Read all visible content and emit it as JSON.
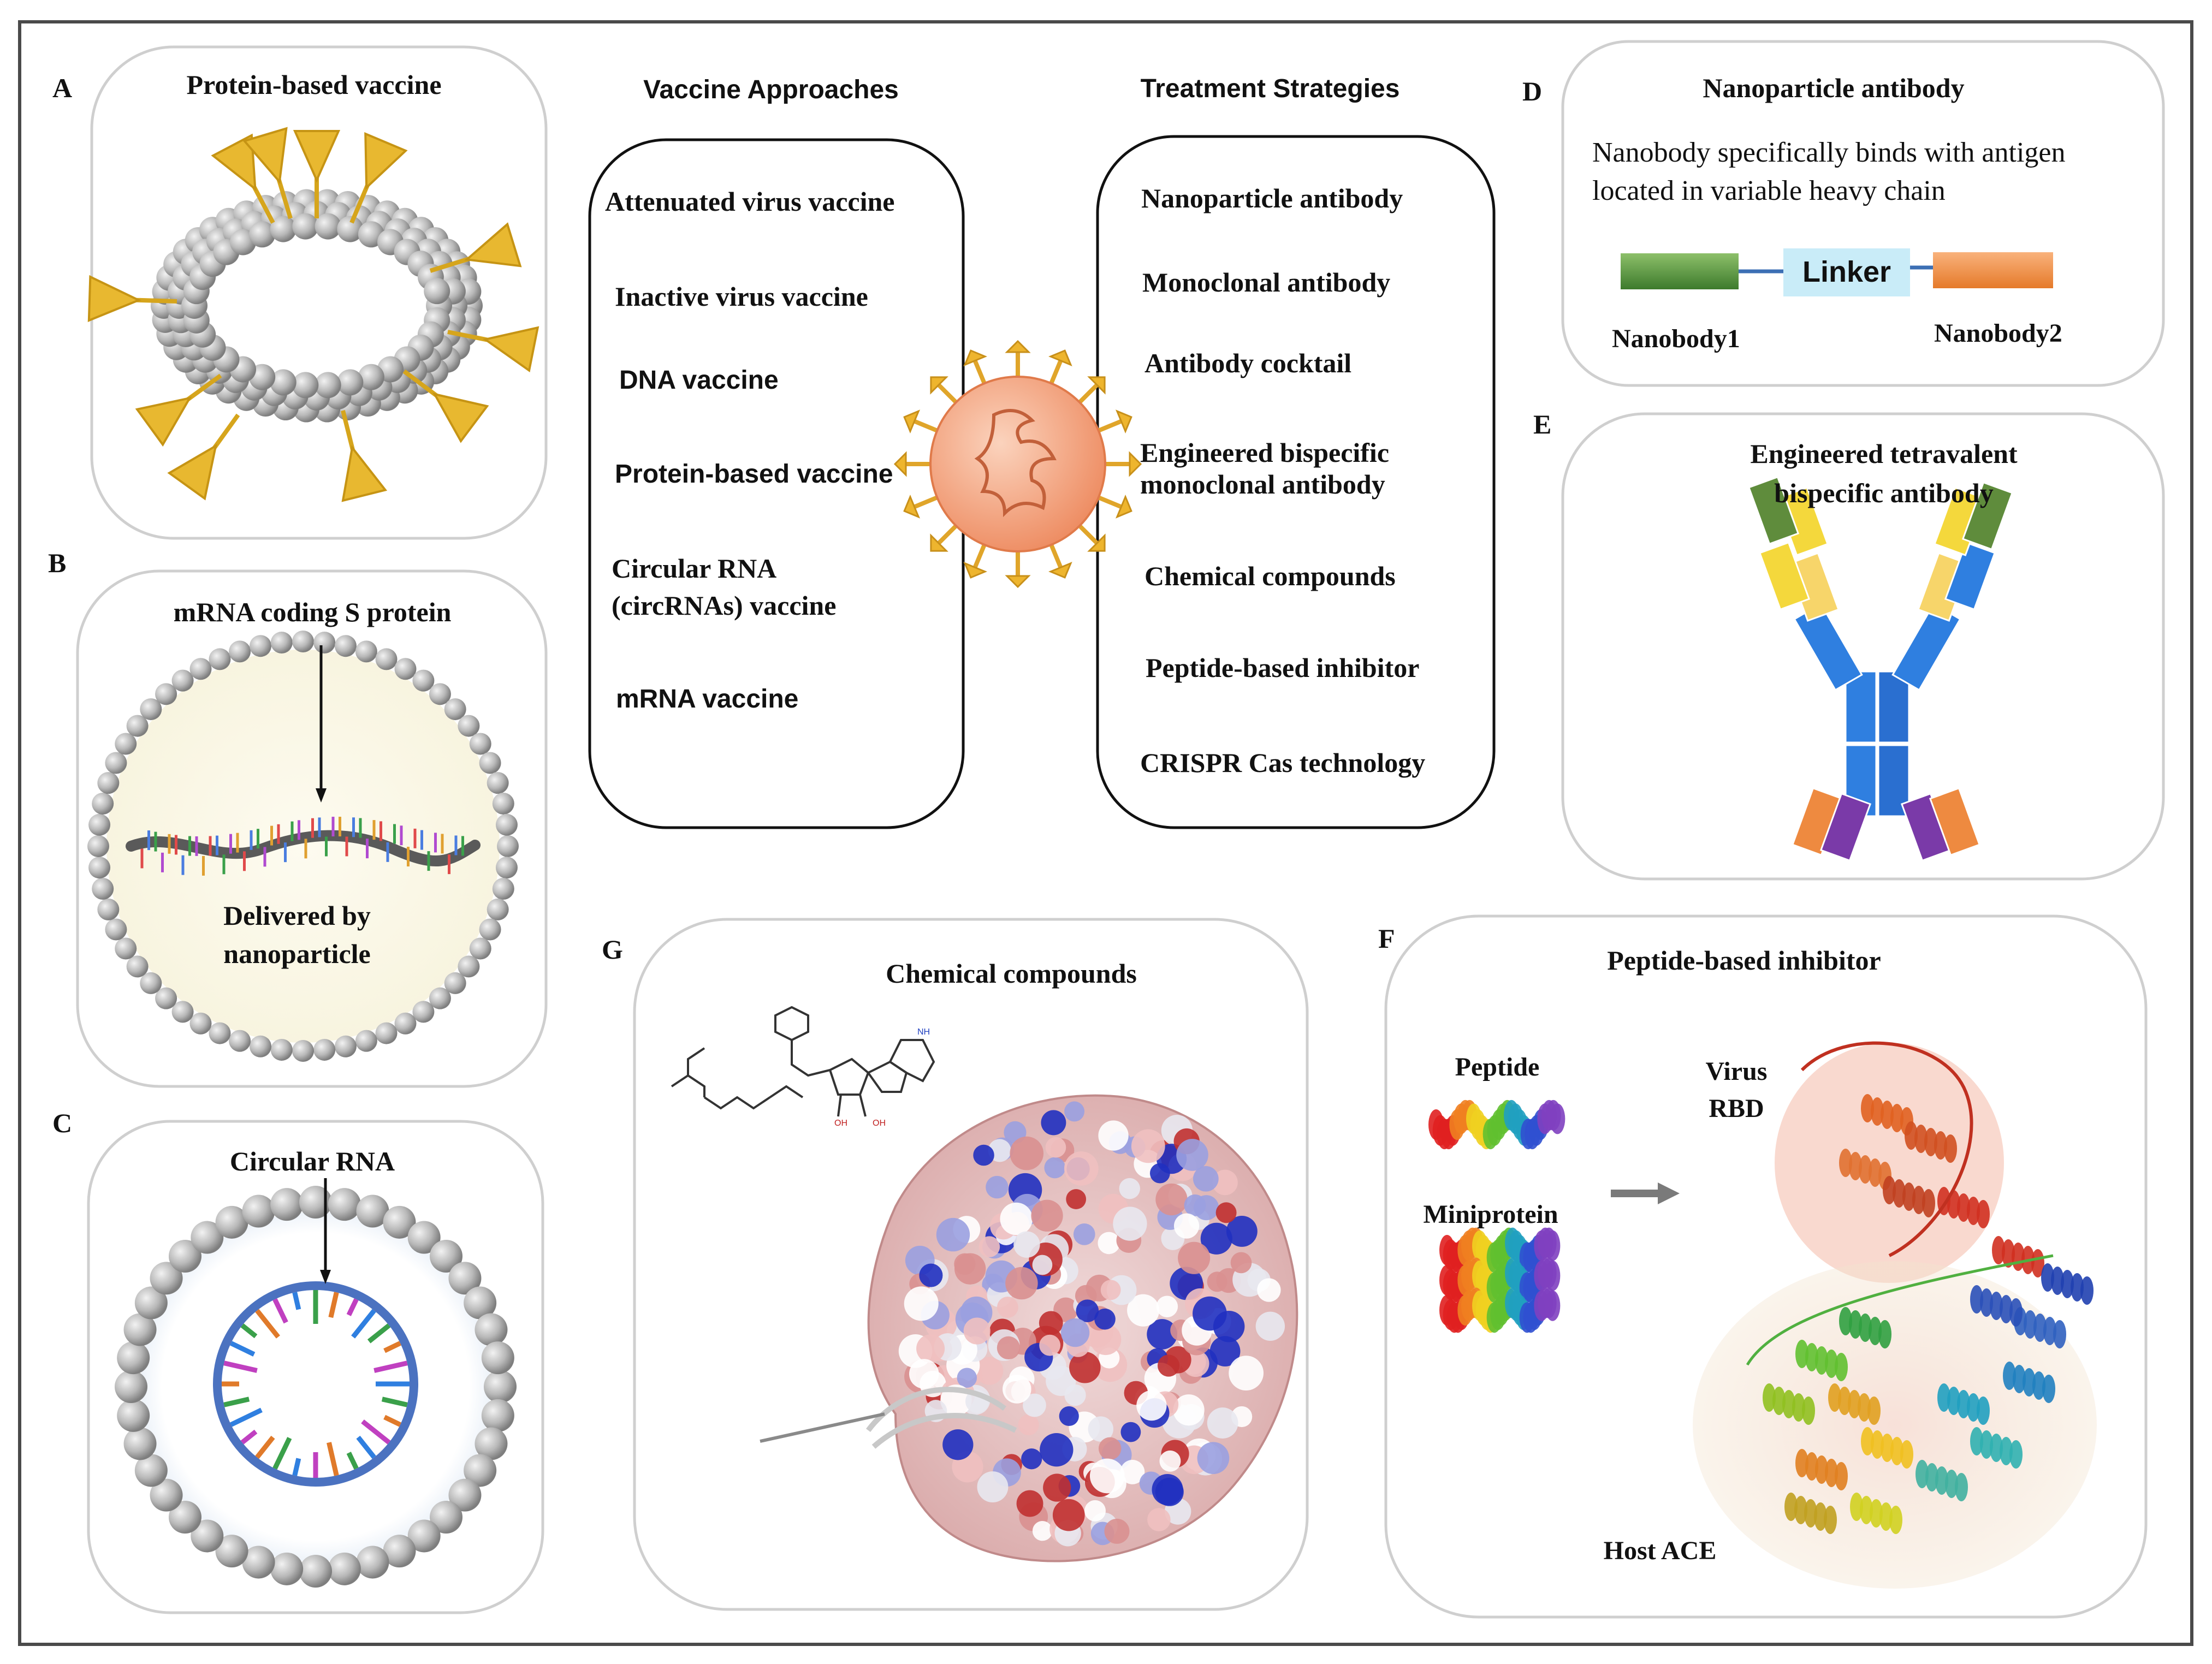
{
  "panels": {
    "A": {
      "letter": "A",
      "title": "Protein-based vaccine"
    },
    "B": {
      "letter": "B",
      "title": "mRNA coding S protein",
      "note_line1": "Delivered by",
      "note_line2": "nanoparticle"
    },
    "C": {
      "letter": "C",
      "title": "Circular RNA"
    },
    "D": {
      "letter": "D",
      "title": "Nanoparticle antibody",
      "desc_line1": "Nanobody specifically binds with antigen",
      "desc_line2": "located in variable heavy chain",
      "linker": "Linker",
      "nb1": "Nanobody1",
      "nb2": "Nanobody2"
    },
    "E": {
      "letter": "E",
      "title_line1": "Engineered tetravalent",
      "title_line2": "bispecific antibody"
    },
    "F": {
      "letter": "F",
      "title": "Peptide-based inhibitor",
      "peptide": "Peptide",
      "miniprotein": "Miniprotein",
      "virus": "Virus",
      "rbd": "RBD",
      "host": "Host ACE"
    },
    "G": {
      "letter": "G",
      "title": "Chemical compounds"
    }
  },
  "vaccine": {
    "heading": "Vaccine Approaches",
    "items": [
      "Attenuated virus vaccine",
      "Inactive virus vaccine",
      "DNA vaccine",
      "Protein-based vaccine",
      "Circular RNA",
      "(circRNAs) vaccine",
      "mRNA vaccine"
    ]
  },
  "treatment": {
    "heading": "Treatment Strategies",
    "items": [
      "Nanoparticle antibody",
      "Monoclonal antibody",
      "Antibody cocktail",
      "Engineered bispecific",
      "monoclonal antibody",
      "Chemical compounds",
      "Peptide-based inhibitor",
      "CRISPR Cas technology"
    ]
  },
  "colors": {
    "spike": "#e8b830",
    "sphere": "#b5b5b5",
    "virus": "#f3a27e",
    "nanobody1": "#4f8a3a",
    "nanobody2": "#ee8a40",
    "linker_box": "#c9ecf8",
    "antibody_blue": "#2f7fe0",
    "antibody_yellow": "#f4d83c",
    "antibody_purple": "#7a3aa8",
    "ring": "#4b72c0"
  }
}
